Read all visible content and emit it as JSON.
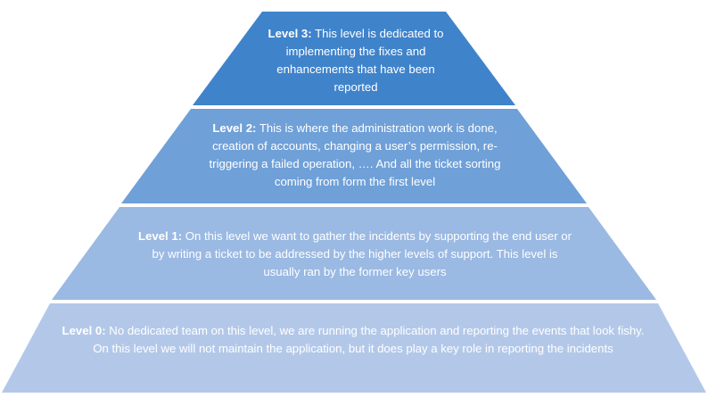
{
  "levels": [
    {
      "id": "level-3",
      "label": "Level 3:",
      "text": " This level is dedicated to implementing the fixes and enhancements that have been reported",
      "color": "#3f83cb"
    },
    {
      "id": "level-2",
      "label": "Level 2:",
      "text": " This is where the administration work is done, creation of accounts, changing a user’s permission, re-triggering a failed operation, …. And all the ticket sorting coming from form the first level",
      "color": "#6fa0d8"
    },
    {
      "id": "level-1",
      "label": "Level 1:",
      "text": " On this level we want to gather the incidents by supporting the end user or by writing a ticket to be addressed by the higher levels of support. This level is usually ran by the former key users",
      "color": "#9ab9e3"
    },
    {
      "id": "level-0",
      "label": "Level 0:",
      "text": " No dedicated team on this level, we are running the application and reporting the events that look fishy. On this level we will not maintain the application, but it does play a key role in reporting the incidents",
      "color": "#b3c8e9"
    }
  ]
}
